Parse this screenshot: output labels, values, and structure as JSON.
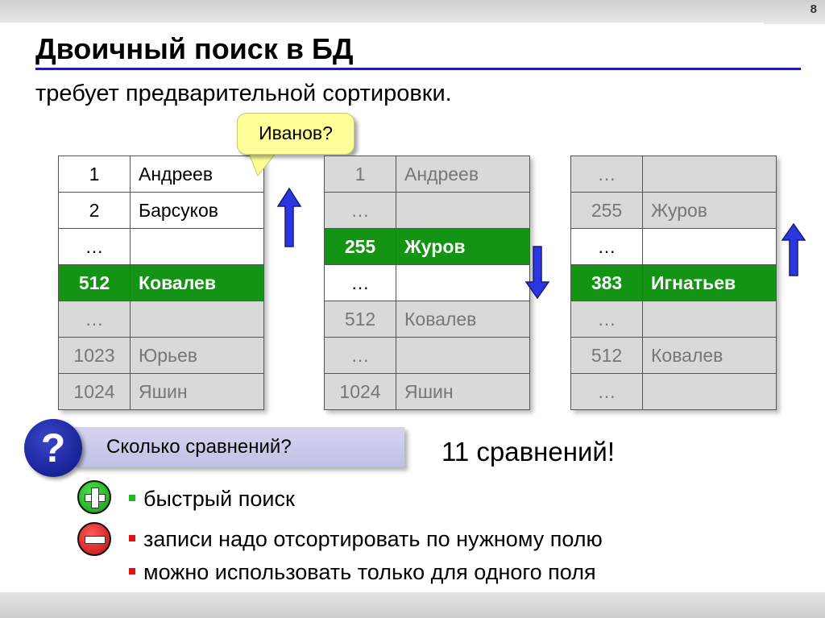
{
  "slide": {
    "page_number": "8",
    "title": "Двоичный поиск в БД",
    "subtitle": "требует предварительной сортировки."
  },
  "callout": {
    "text": "Иванов?"
  },
  "tables": [
    {
      "rows": [
        {
          "num": "1",
          "name": "Андреев",
          "state": "normal"
        },
        {
          "num": "2",
          "name": "Барсуков",
          "state": "normal"
        },
        {
          "num": "…",
          "name": "",
          "state": "normal"
        },
        {
          "num": "512",
          "name": "Ковалев",
          "state": "hit"
        },
        {
          "num": "…",
          "name": "",
          "state": "dim"
        },
        {
          "num": "1023",
          "name": "Юрьев",
          "state": "dim"
        },
        {
          "num": "1024",
          "name": "Яшин",
          "state": "dim"
        }
      ]
    },
    {
      "rows": [
        {
          "num": "1",
          "name": "Андреев",
          "state": "dim"
        },
        {
          "num": "…",
          "name": "",
          "state": "dim"
        },
        {
          "num": "255",
          "name": "Журов",
          "state": "hit"
        },
        {
          "num": "…",
          "name": "",
          "state": "normal"
        },
        {
          "num": "512",
          "name": "Ковалев",
          "state": "dim"
        },
        {
          "num": "…",
          "name": "",
          "state": "dim"
        },
        {
          "num": "1024",
          "name": "Яшин",
          "state": "dim"
        }
      ]
    },
    {
      "rows": [
        {
          "num": "…",
          "name": "",
          "state": "dim"
        },
        {
          "num": "255",
          "name": "Журов",
          "state": "dim"
        },
        {
          "num": "…",
          "name": "",
          "state": "normal"
        },
        {
          "num": "383",
          "name": "Игнатьев",
          "state": "hit"
        },
        {
          "num": "…",
          "name": "",
          "state": "dim"
        },
        {
          "num": "512",
          "name": "Ковалев",
          "state": "dim"
        },
        {
          "num": "…",
          "name": "",
          "state": "dim"
        }
      ]
    }
  ],
  "arrows": [
    {
      "icon": "arrow-up-icon",
      "direction": "up"
    },
    {
      "icon": "arrow-down-icon",
      "direction": "down"
    },
    {
      "icon": "arrow-up-icon",
      "direction": "up"
    }
  ],
  "question": {
    "icon": "question-icon",
    "mark": "?",
    "text": "Сколько сравнений?"
  },
  "answer": "11 сравнений!",
  "pros": [
    "быстрый поиск"
  ],
  "cons": [
    "записи надо отсортировать по нужному полю",
    "можно использовать только для одного поля"
  ],
  "colors": {
    "accent_blue": "#1f1fb0",
    "arrow_blue": "#2b35e0",
    "hit_green": "#149414",
    "dim_gray": "#d9d9d9",
    "pro_bullet": "#1db81d",
    "con_bullet": "#e01010"
  }
}
